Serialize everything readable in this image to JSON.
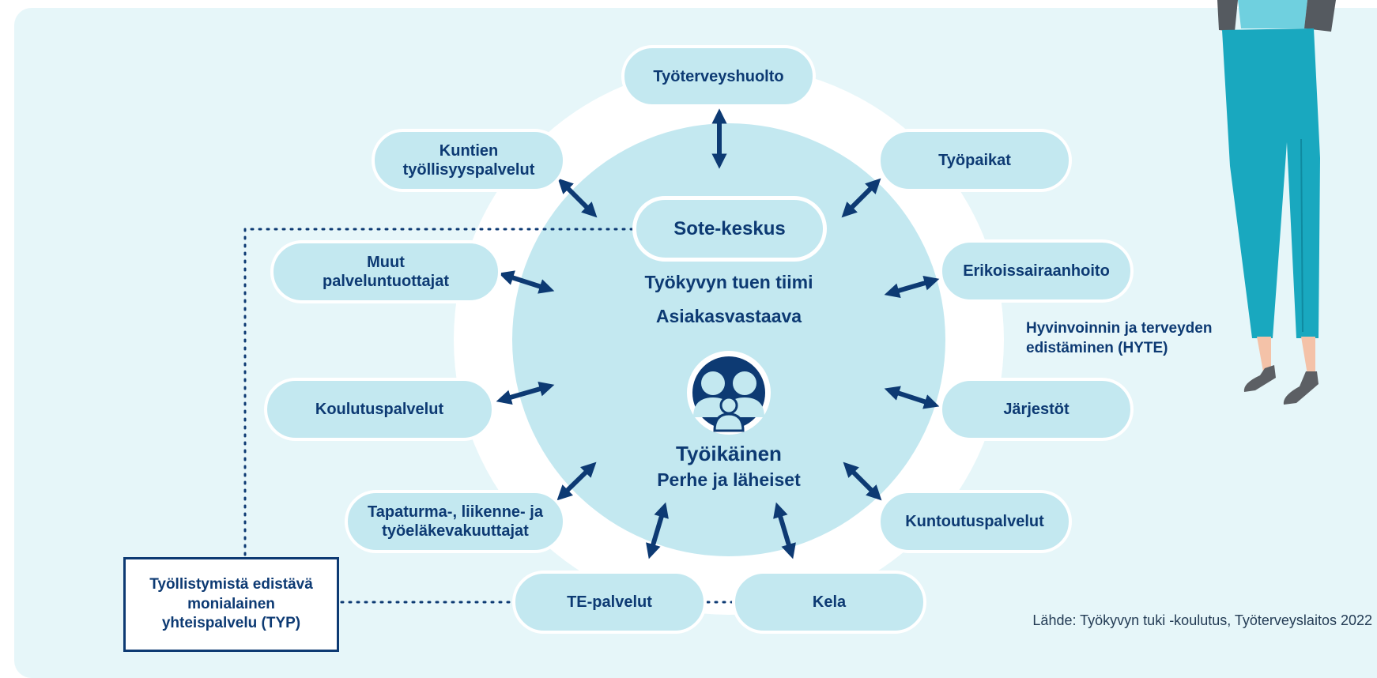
{
  "nodes": {
    "tyoterveyshuolto": "Työterveyshuolto",
    "kuntien": "Kuntien\ntyöllisyyspalvelut",
    "tyopaikat": "Työpaikat",
    "muut": "Muut\npalveluntuottajat",
    "erikoissairaanhoito": "Erikoissairaanhoito",
    "koulutuspalvelut": "Koulutuspalvelut",
    "jarjestot": "Järjestöt",
    "tapaturma": "Tapaturma-, liikenne- ja\ntyöeläkevakuuttajat",
    "kuntoutuspalvelut": "Kuntoutuspalvelut",
    "te_palvelut": "TE-palvelut",
    "kela": "Kela"
  },
  "center": {
    "sote": "Sote-keskus",
    "tiimi": "Työkyvyn tuen tiimi",
    "vastaava": "Asiakasvastaava",
    "tyoikainen": "Työikäinen",
    "perhe": "Perhe ja läheiset"
  },
  "typ": "Työllistymistä edistävä\nmonialainen\nyhteispalvelu (TYP)",
  "hyte": "Hyvinvoinnin ja terveyden\nedistäminen (HYTE)",
  "source": "Lähde: Työkyvyn tuki -koulutus, Työterveyslaitos 2022",
  "icons": [
    "family-icon",
    "person-illustration",
    "double-arrow-icon"
  ],
  "colors": {
    "background": "#e6f6f9",
    "node_fill": "#c3e8f0",
    "text": "#0d3a73",
    "arrow": "#0d3a73",
    "person_pants": "#1aa6bd"
  }
}
